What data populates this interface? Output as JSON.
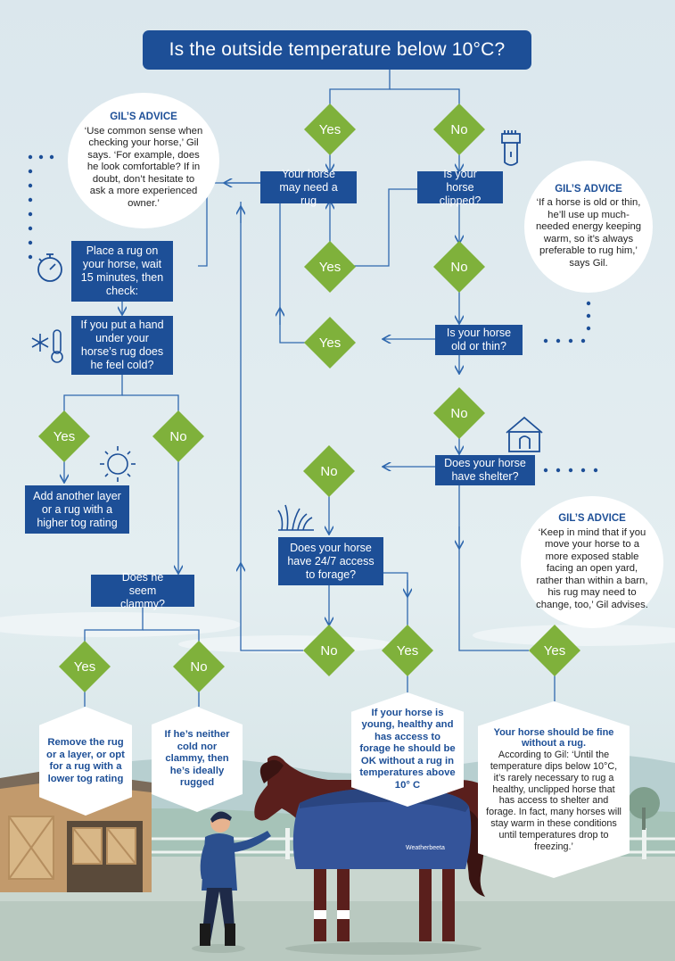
{
  "title": "Is the outside temperature below 10°C?",
  "boxes": {
    "may_need_rug": "Your horse may need a rug",
    "clipped": "Is your horse clipped?",
    "place_rug": "Place a rug on your horse, wait 15 minutes, then check:",
    "feel_cold": "If you put a hand under your horse’s rug does he feel cold?",
    "old_thin": "Is your horse old or thin?",
    "shelter": "Does your horse have shelter?",
    "add_layer": "Add another layer or a rug with a higher tog rating",
    "forage": "Does your horse have 24/7 access to forage?",
    "clammy": "Does he seem clammy?"
  },
  "decisions": {
    "d1": "Yes",
    "d2": "No",
    "d3": "Yes",
    "d4": "No",
    "d5": "Yes",
    "d6": "No",
    "d7": "No",
    "d8": "Yes",
    "d9": "No",
    "d10": "No",
    "d11": "Yes",
    "d12": "Yes",
    "d13": "Yes",
    "d14": "No"
  },
  "advice": {
    "heading": "GIL’S ADVICE",
    "a1": "‘Use common sense when checking your horse,’ Gil says. ‘For example, does he look comfortable? If in doubt, don’t hesitate to ask a more experienced owner.’",
    "a2": "‘If a horse is old or thin, he’ll use up much-needed energy keeping warm, so it’s always preferable to rug him,’ says Gil.",
    "a3": "‘Keep in mind that if you move your horse to a more exposed stable facing an open yard, rather than within a barn, his rug may need to change, too,’ Gil advises."
  },
  "outcomes": {
    "remove": "Remove the rug or a layer, or opt for a rug with a lower tog rating",
    "neither": "If he’s neither cold nor clammy, then he’s ideally rugged",
    "young": "If your horse is young, healthy and has access to forage he should be OK without a rug in temperatures above 10° C",
    "fine_strong": "Your horse should be fine without a rug.",
    "fine_body": "According to Gil: ‘Until the temperature dips below 10°C, it’s rarely necessary to rug a healthy, unclipped horse that has access to shelter and forage. In fact, many horses will stay warm in these conditions until temperatures drop to freezing.’"
  },
  "rug_brand": "Weatherbeeta",
  "colors": {
    "navy": "#1d4f97",
    "green": "#7fb13b",
    "line": "#2f68ae",
    "sky": "#dce8ee"
  },
  "icons": [
    "stopwatch-icon",
    "snowflake-thermometer-icon",
    "sun-icon",
    "clipper-icon",
    "stable-horse-icon",
    "grass-icon"
  ]
}
